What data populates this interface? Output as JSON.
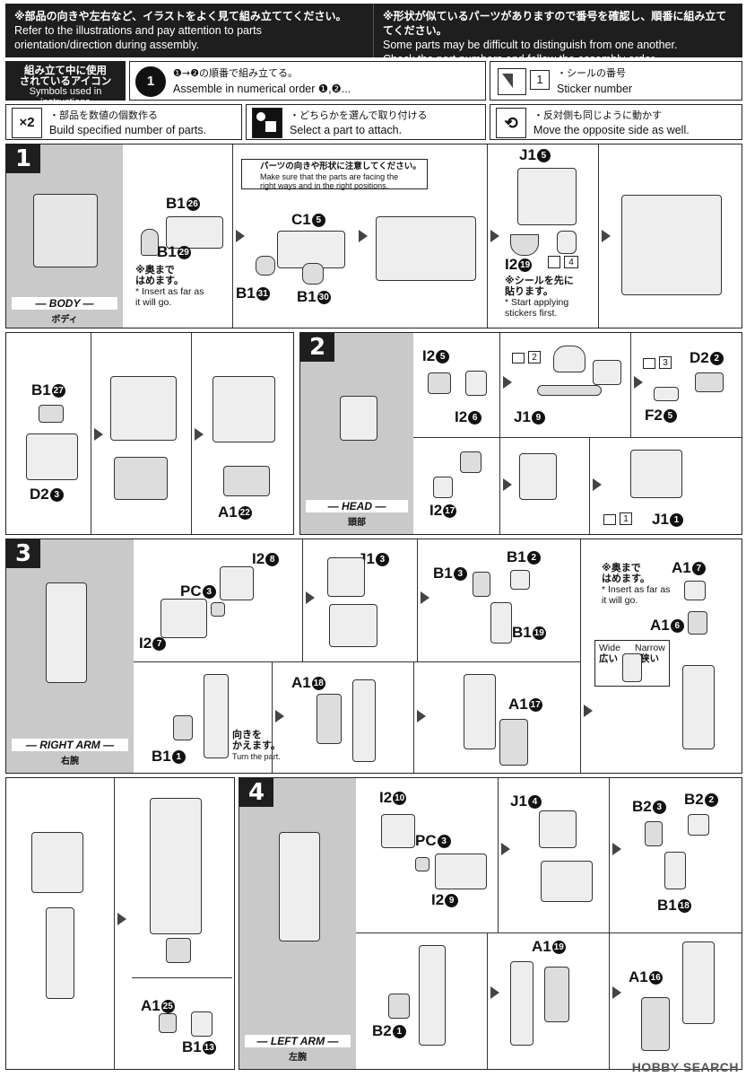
{
  "header": {
    "left_jp": "※部品の向きや左右など、イラストをよく見て組み立ててください。",
    "left_en1": "Refer to the illustrations and pay attention to parts",
    "left_en2": "orientation/direction during assembly.",
    "right_jp": "※形状が似ているパーツがありますので番号を確認し、順番に組み立ててください。",
    "right_en1": "Some parts may be difficult to distinguish from one another.",
    "right_en2": "Check the part numbers and follow the assembly order."
  },
  "symbols": {
    "label_jp1": "組み立て中に使用",
    "label_jp2": "されているアイコン",
    "label_en": "Symbols used in instructions",
    "order_glyph": "1",
    "order_jp": "❶→❷の順番で組み立てる。",
    "order_en": "Assemble in numerical order ❶,❷...",
    "sticker_box": "1",
    "sticker_jp": "・シールの番号",
    "sticker_en": "Sticker number",
    "x2_glyph": "×2",
    "x2_jp": "・部品を数値の個数作る",
    "x2_en": "Build specified number of parts.",
    "select_jp": "・どちらかを選んで取り付ける",
    "select_en": "Select a part to attach.",
    "opposite_jp": "・反対側も同じように動かす",
    "opposite_en": "Move the opposite side as well."
  },
  "step1": {
    "num": "1",
    "banner": "— BODY —",
    "banner_jp": "ボディ",
    "parts": {
      "b126": "B1",
      "b126n": "26",
      "b129": "B1",
      "b129n": "29",
      "c15": "C1",
      "c15n": "5",
      "b131": "B1",
      "b131n": "31",
      "b130": "B1",
      "b130n": "30",
      "j15": "J1",
      "j15n": "5",
      "i219": "I2",
      "i219n": "19",
      "b127": "B1",
      "b127n": "27",
      "d23": "D2",
      "d23n": "3",
      "a122": "A1",
      "a122n": "22"
    },
    "note_insert_jp1": "※奥まで",
    "note_insert_jp2": "はめます。",
    "note_insert_en1": "* Insert as far as",
    "note_insert_en2": "it will go.",
    "note_orient_jp": "パーツの向きや形状に注意してください。",
    "note_orient_en1": "Make sure that the parts are facing the",
    "note_orient_en2": "right ways and in the right positions.",
    "sticker_num": "4",
    "note_sticker_jp1": "※シールを先に",
    "note_sticker_jp2": "貼ります。",
    "note_sticker_en1": "* Start applying",
    "note_sticker_en2": "stickers first."
  },
  "step2": {
    "num": "2",
    "banner": "— HEAD —",
    "banner_jp": "頭部",
    "parts": {
      "i25": "I2",
      "i25n": "5",
      "i26": "I2",
      "i26n": "6",
      "j19": "J1",
      "j19n": "9",
      "d22": "D2",
      "d22n": "2",
      "f25": "F2",
      "f25n": "5",
      "i217": "I2",
      "i217n": "17",
      "j11": "J1",
      "j11n": "1"
    },
    "sticker_a": "2",
    "sticker_b": "3",
    "sticker_c": "1"
  },
  "step3": {
    "num": "3",
    "banner": "— RIGHT ARM —",
    "banner_jp": "右腕",
    "parts": {
      "pc3": "PC",
      "pc3n": "3",
      "i28": "I2",
      "i28n": "8",
      "i27": "I2",
      "i27n": "7",
      "j13": "J1",
      "j13n": "3",
      "b13": "B1",
      "b13n": "3",
      "b12": "B1",
      "b12n": "2",
      "b119": "B1",
      "b119n": "19",
      "a17": "A1",
      "a17n": "7",
      "a16": "A1",
      "a16n": "6",
      "b11": "B1",
      "b11n": "1",
      "a118": "A1",
      "a118n": "18",
      "a117": "A1",
      "a117n": "17",
      "a125": "A1",
      "a125n": "25",
      "b113": "B1",
      "b113n": "13"
    },
    "note_insert_jp1": "※奥まで",
    "note_insert_jp2": "はめます。",
    "note_insert_en1": "* Insert as far as",
    "note_insert_en2": "it will go.",
    "wide_en": "Wide",
    "wide_jp": "広い",
    "narrow_en": "Narrow",
    "narrow_jp": "狭い",
    "turn_jp1": "向きを",
    "turn_jp2": "かえます。",
    "turn_en": "Turn the part."
  },
  "step4": {
    "num": "4",
    "banner": "— LEFT ARM —",
    "banner_jp": "左腕",
    "parts": {
      "i210": "I2",
      "i210n": "10",
      "pc3": "PC",
      "pc3n": "3",
      "i29": "I2",
      "i29n": "9",
      "j14": "J1",
      "j14n": "4",
      "b23": "B2",
      "b23n": "3",
      "b22": "B2",
      "b22n": "2",
      "b118": "B1",
      "b118n": "18",
      "b21": "B2",
      "b21n": "1",
      "a119": "A1",
      "a119n": "19",
      "a116": "A1",
      "a116n": "16"
    }
  },
  "watermark": "HOBBY SEARCH"
}
